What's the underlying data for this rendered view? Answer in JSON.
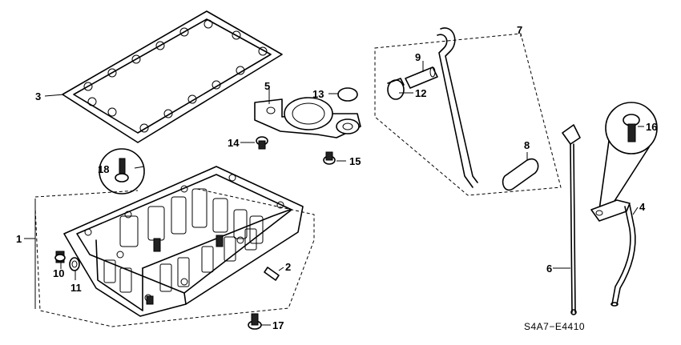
{
  "diagram": {
    "code": "S4A7−E4410",
    "callouts": [
      "1",
      "2",
      "3",
      "4",
      "5",
      "6",
      "7",
      "8",
      "9",
      "10",
      "11",
      "12",
      "13",
      "14",
      "15",
      "16",
      "17",
      "18"
    ]
  }
}
